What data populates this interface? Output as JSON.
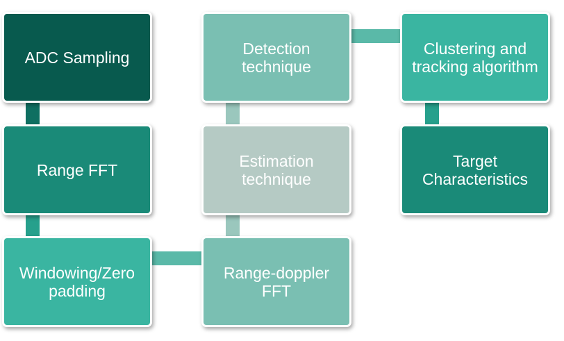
{
  "diagram": {
    "nodes": [
      {
        "id": "adc",
        "label": "ADC Sampling",
        "color": "#085a4e"
      },
      {
        "id": "range_fft",
        "label": "Range FFT",
        "color": "#1a8a78"
      },
      {
        "id": "windowing",
        "label": "Windowing/Zero padding",
        "color": "#3ab5a1"
      },
      {
        "id": "range_doppler",
        "label": "Range-doppler FFT",
        "color": "#7abfb2"
      },
      {
        "id": "estimation",
        "label": "Estimation technique",
        "color": "#b5cac4"
      },
      {
        "id": "detection",
        "label": "Detection technique",
        "color": "#7abfb2"
      },
      {
        "id": "clustering",
        "label": "Clustering and tracking algorithm",
        "color": "#3ab5a1"
      },
      {
        "id": "target",
        "label": "Target Characteristics",
        "color": "#1a8a78"
      }
    ],
    "edges": [
      {
        "from": "adc",
        "to": "range_fft"
      },
      {
        "from": "range_fft",
        "to": "windowing"
      },
      {
        "from": "windowing",
        "to": "range_doppler"
      },
      {
        "from": "range_doppler",
        "to": "estimation"
      },
      {
        "from": "estimation",
        "to": "detection"
      },
      {
        "from": "detection",
        "to": "clustering"
      },
      {
        "from": "clustering",
        "to": "target"
      }
    ]
  }
}
